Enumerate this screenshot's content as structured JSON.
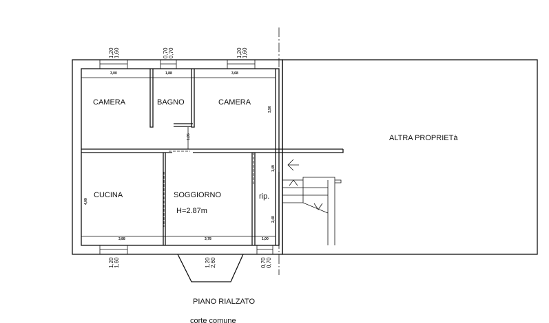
{
  "rooms": {
    "camera_left": "CAMERA",
    "bagno": "BAGNO",
    "camera_right": "CAMERA",
    "cucina": "CUCINA",
    "soggiorno": "SOGGIORNO",
    "height": "H=2.87m",
    "rip": "rip.",
    "altra": "ALTRA PROPRIETà"
  },
  "title": "PIANO RIALZATO",
  "subtitle": "corte comune",
  "dimensions": {
    "camera_left_w": "3,00",
    "bagno_w": "1,88",
    "camera_right_w": "3,68",
    "camera_right_h": "3,50",
    "bagno_door": "1,05",
    "cucina_h": "4,09",
    "cucina_w": "3,88",
    "soggiorno_w": "3,78",
    "rip_w": "1,00",
    "rip_top": "1,49",
    "rip_h": "2,48"
  },
  "windows": {
    "top_1": [
      "1,20",
      "1,60"
    ],
    "top_2": [
      "0,70",
      "0,70"
    ],
    "top_3": [
      "1,20",
      "1,60"
    ],
    "bottom_1": [
      "1,20",
      "1,60"
    ],
    "bottom_2": [
      "1,20",
      "2,60"
    ],
    "bottom_3": [
      "0,70",
      "0,70"
    ]
  }
}
